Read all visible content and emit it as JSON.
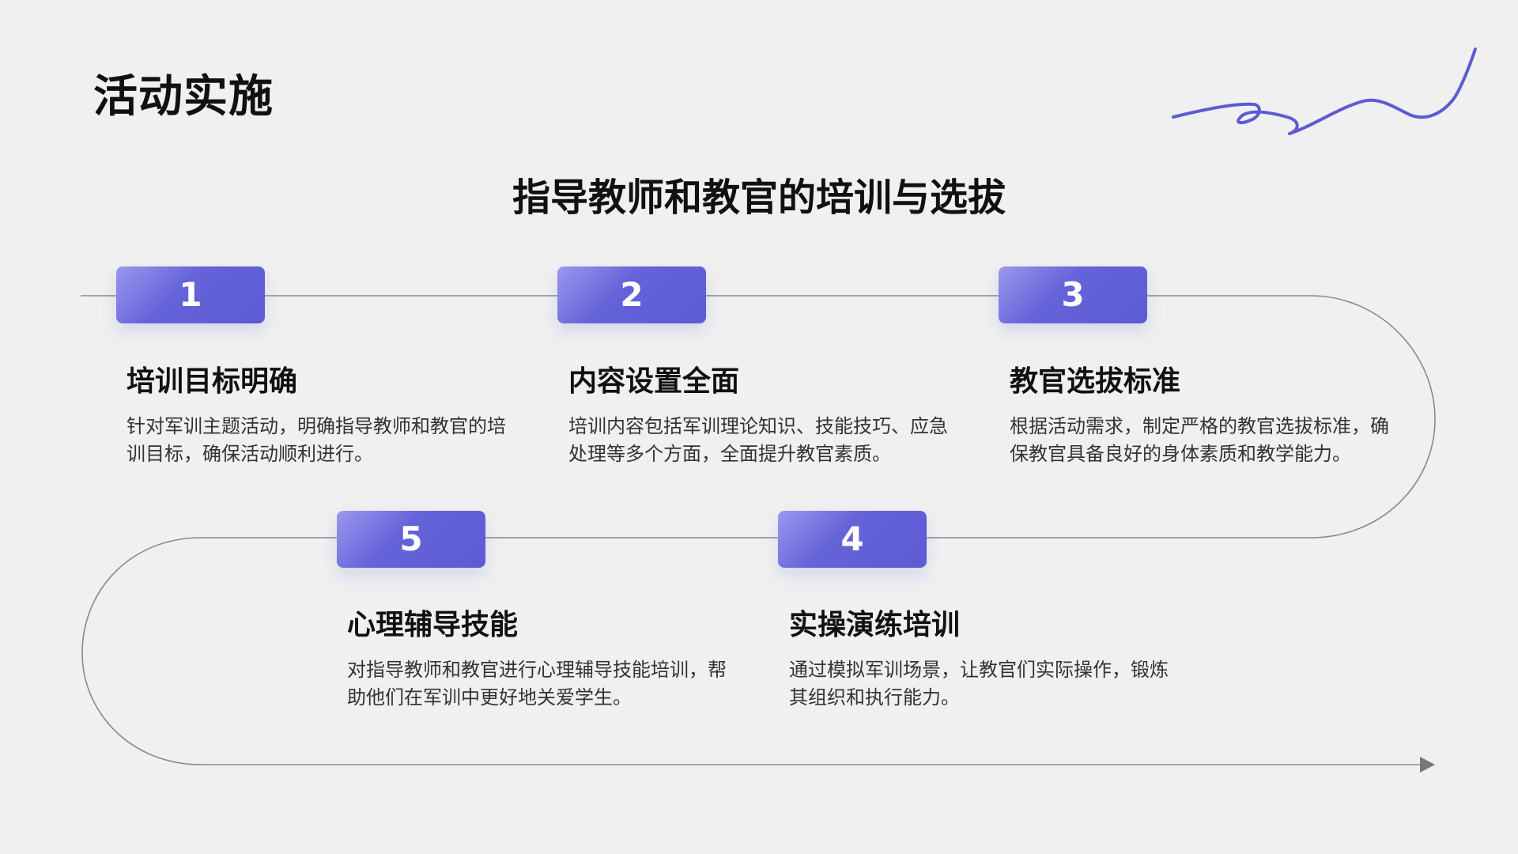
{
  "page": {
    "title": "活动实施",
    "section_title": "指导教师和教官的培训与选拔"
  },
  "theme": {
    "accent": "#6563d9",
    "line": "#8a8a8a",
    "background": "#f0f0f0"
  },
  "decorations": {
    "top_right_scribble": "scribble-decoration"
  },
  "steps": [
    {
      "number": "1",
      "title": "培训目标明确",
      "text": "针对军训主题活动，明确指导教师和教官的培训目标，确保活动顺利进行。"
    },
    {
      "number": "2",
      "title": "内容设置全面",
      "text": "培训内容包括军训理论知识、技能技巧、应急处理等多个方面，全面提升教官素质。"
    },
    {
      "number": "3",
      "title": "教官选拔标准",
      "text": "根据活动需求，制定严格的教官选拔标准，确保教官具备良好的身体素质和教学能力。"
    },
    {
      "number": "4",
      "title": "实操演练培训",
      "text": "通过模拟军训场景，让教官们实际操作，锻炼其组织和执行能力。"
    },
    {
      "number": "5",
      "title": "心理辅导技能",
      "text": "对指导教师和教官进行心理辅导技能培训，帮助他们在军训中更好地关爱学生。"
    }
  ]
}
